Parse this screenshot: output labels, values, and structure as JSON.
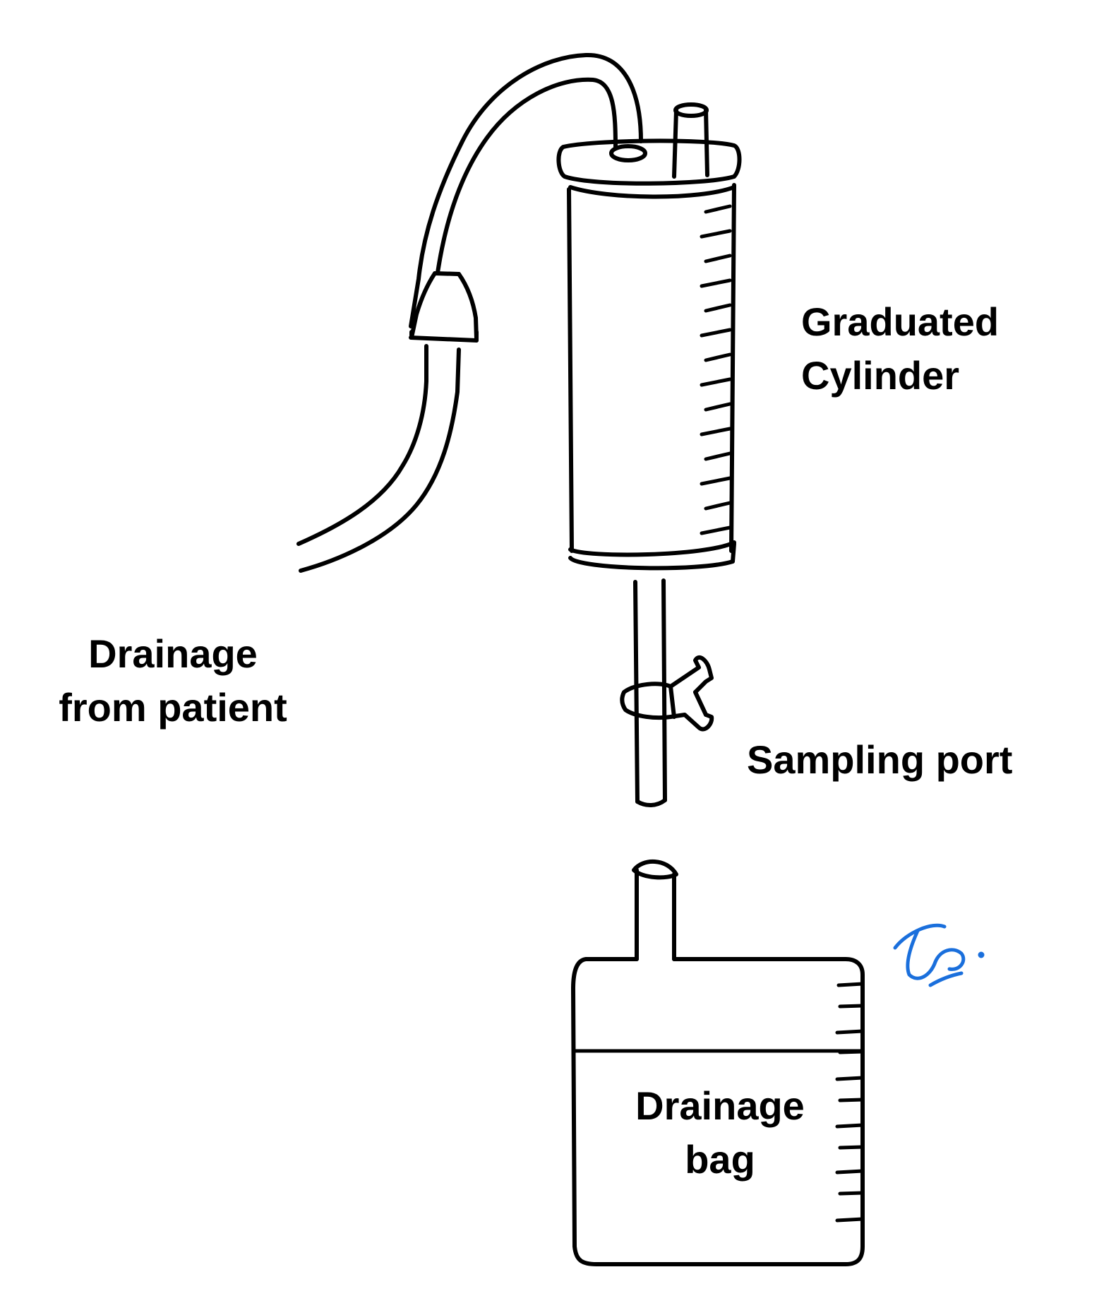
{
  "labels": {
    "graduated_cylinder": [
      "Graduated",
      "Cylinder"
    ],
    "drainage_from_patient": [
      "Drainage",
      "from patient"
    ],
    "sampling_port": "Sampling port",
    "drainage_bag": [
      "Drainage",
      "bag"
    ]
  },
  "colors": {
    "ink": "#000000",
    "signature": "#1a6fdc",
    "background": "#ffffff"
  },
  "icons": [
    "drainage-tube",
    "graduated-cylinder",
    "sampling-port",
    "drainage-bag",
    "signature-mark"
  ]
}
